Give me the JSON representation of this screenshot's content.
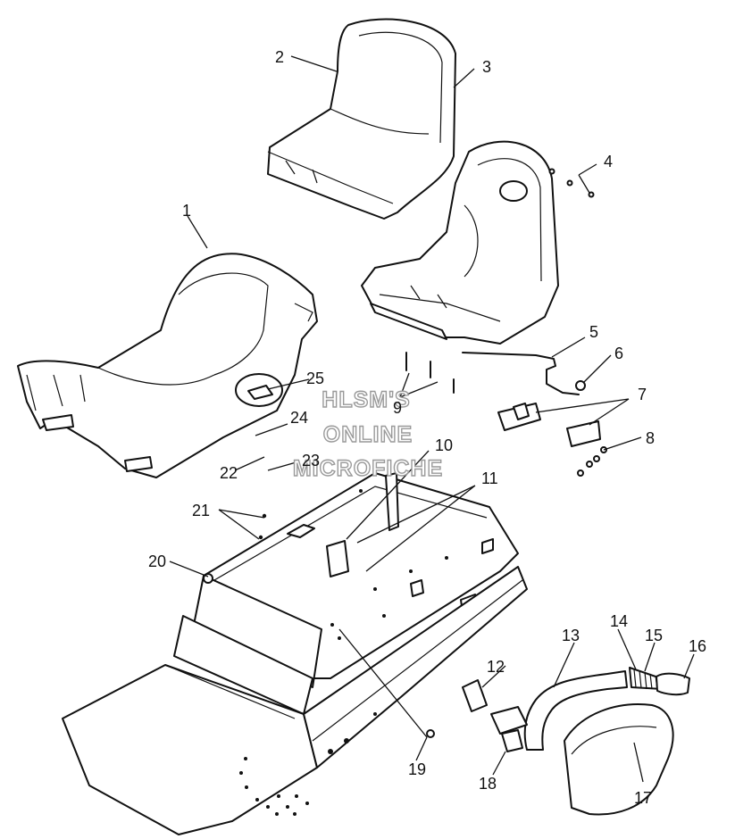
{
  "watermark": {
    "line1": "HLSM'S",
    "line2": "ONLINE",
    "line3": "MICROFICHE"
  },
  "callouts": [
    "1",
    "2",
    "3",
    "4",
    "5",
    "6",
    "7",
    "8",
    "9",
    "10",
    "11",
    "12",
    "13",
    "14",
    "15",
    "16",
    "17",
    "18",
    "19",
    "20",
    "21",
    "22",
    "23",
    "24",
    "25"
  ],
  "colors": {
    "ink": "#111111",
    "paper": "#ffffff",
    "watermark_outline": "#9a9a9a"
  }
}
